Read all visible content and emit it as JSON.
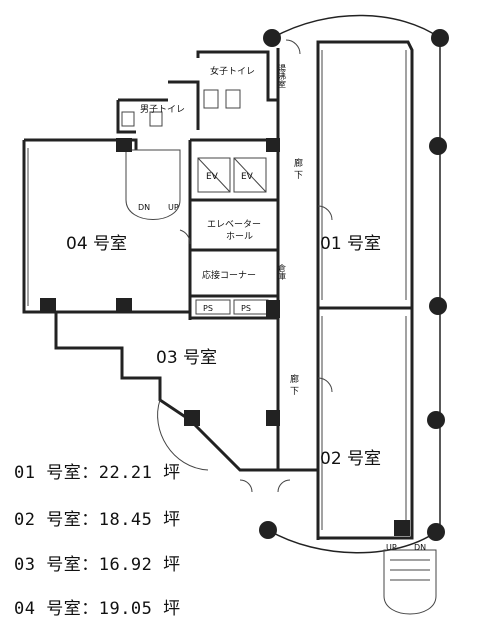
{
  "rooms": {
    "r01": "01 号室",
    "r02": "02 号室",
    "r03": "03 号室",
    "r04": "04 号室"
  },
  "facilities": {
    "womens_toilet": "女子トイレ",
    "mens_toilet": "男子トイレ",
    "kitchen": "湯沸室",
    "ev1": "EV",
    "ev2": "EV",
    "ev_hall_line1": "エレベーター",
    "ev_hall_line2": "ホール",
    "reception": "応接コーナー",
    "corridor_upper_1": "廊",
    "corridor_upper_2": "下",
    "corridor_lower_1": "廊",
    "corridor_lower_2": "下",
    "ps1": "PS",
    "ps2": "PS",
    "stair_dn": "DN",
    "stair_up": "UP",
    "stair2_up": "UP",
    "stair2_dn": "DN",
    "storage_vertical": "倉庫"
  },
  "areas": [
    {
      "room": "01 号室",
      "sep": "：",
      "value": "22.21",
      "unit": "坪"
    },
    {
      "room": "02 号室",
      "sep": "：",
      "value": "18.45",
      "unit": "坪"
    },
    {
      "room": "03 号室",
      "sep": "：",
      "value": "16.92",
      "unit": "坪"
    },
    {
      "room": "04 号室",
      "sep": "：",
      "value": "19.05",
      "unit": "坪"
    }
  ]
}
